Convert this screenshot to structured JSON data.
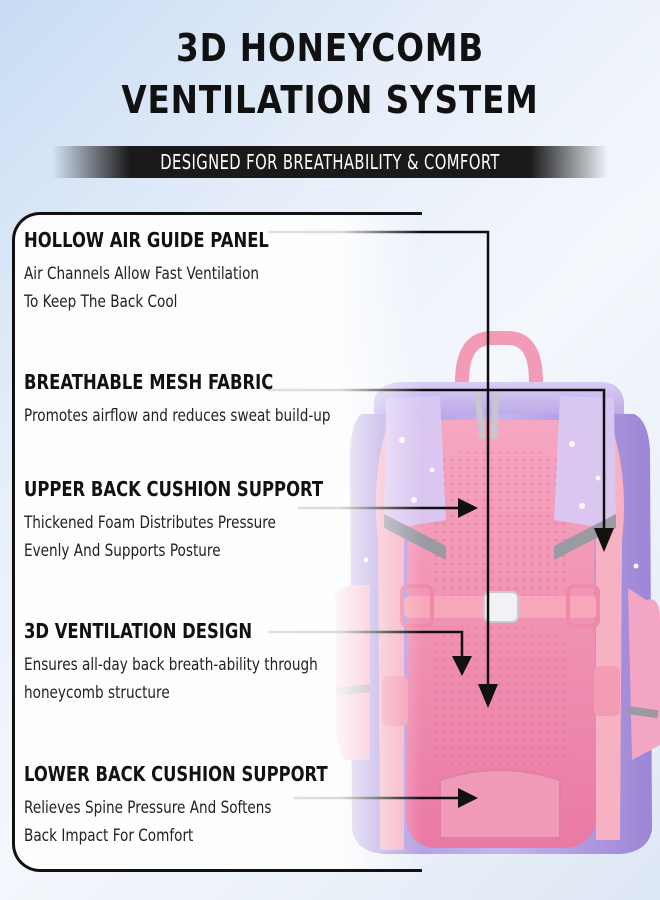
{
  "header": {
    "title_line1": "3D HONEYCOMB",
    "title_line2": "VENTILATION SYSTEM",
    "banner": "DESIGNED FOR BREATHABILITY & COMFORT"
  },
  "features": [
    {
      "title": "HOLLOW AIR GUIDE PANEL",
      "desc": [
        "Air Channels Allow Fast Ventilation",
        "To Keep The Back Cool"
      ]
    },
    {
      "title": "BREATHABLE MESH FABRIC",
      "desc": [
        "Promotes airflow and reduces sweat build-up"
      ]
    },
    {
      "title": "UPPER BACK CUSHION SUPPORT",
      "desc": [
        "Thickened Foam Distributes Pressure",
        "Evenly And Supports Posture"
      ]
    },
    {
      "title": "3D VENTILATION DESIGN",
      "desc": [
        "Ensures all-day back breath-ability through",
        "honeycomb structure"
      ]
    },
    {
      "title": "LOWER BACK CUSHION SUPPORT",
      "desc": [
        "Relieves Spine Pressure And Softens",
        "Back Impact For Comfort"
      ]
    }
  ],
  "product": {
    "image": "kids-backpack-back-view",
    "colors": {
      "body": "#b9a6e6",
      "panel": "#f28fb3",
      "strap": "#f7b6c2"
    }
  },
  "icons": {
    "arrow": "arrow-head-icon"
  }
}
